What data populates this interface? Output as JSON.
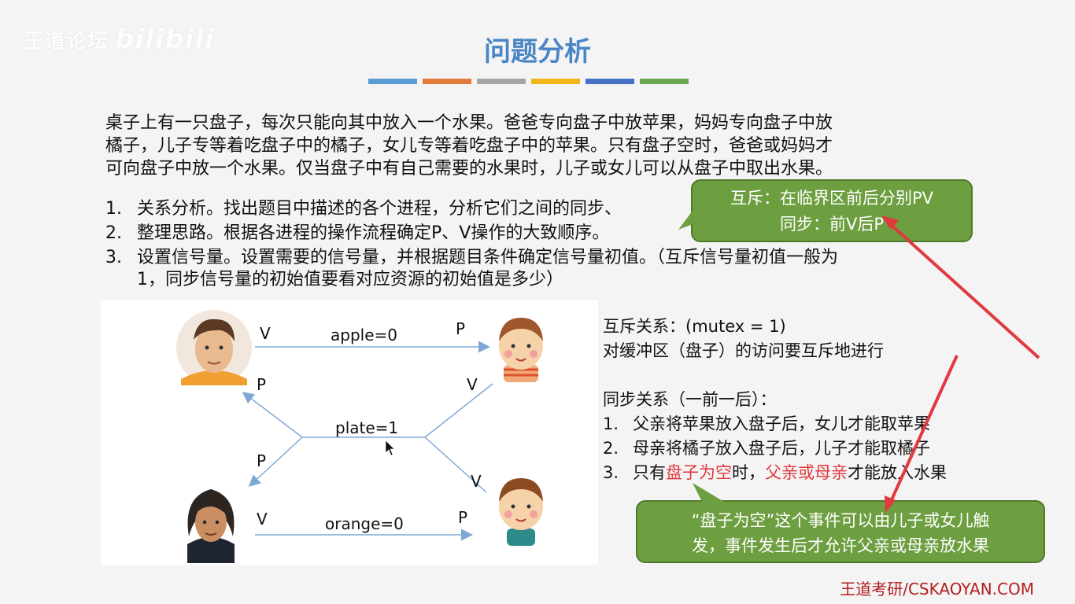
{
  "watermark": {
    "text": "王道论坛",
    "bili": "bilibili"
  },
  "title": "问题分析",
  "color_bars": [
    "#5b9bd5",
    "#e07b39",
    "#a5a5a5",
    "#f2b51b",
    "#4472c4",
    "#6aa84f"
  ],
  "problem": {
    "lines": [
      "桌子上有一只盘子，每次只能向其中放入一个水果。爸爸专向盘子中放苹果，妈妈专向盘子中放",
      "橘子，儿子专等着吃盘子中的橘子，女儿专等着吃盘子中的苹果。只有盘子空时，爸爸或妈妈才",
      "可向盘子中放一个水果。仅当盘子中有自己需要的水果时，儿子或女儿可以从盘子中取出水果。"
    ]
  },
  "steps": [
    {
      "num": "1.",
      "text": "关系分析。找出题目中描述的各个进程，分析它们之间的同步、"
    },
    {
      "num": "2.",
      "text": "整理思路。根据各进程的操作流程确定P、V操作的大致顺序。"
    },
    {
      "num": "3.",
      "text": "设置信号量。设置需要的信号量，并根据题目条件确定信号量初值。（互斥信号量初值一般为"
    },
    {
      "num": "",
      "text": "1，同步信号量的初始值要看对应资源的初始值是多少）"
    }
  ],
  "diagram": {
    "apple": "apple=0",
    "plate": "plate=1",
    "orange": "orange=0",
    "v_top": "V",
    "p_top": "P",
    "p_left_up": "P",
    "v_right_up": "V",
    "p_left_down": "P",
    "v_right_down": "V",
    "v_bottom": "V",
    "p_bottom": "P"
  },
  "right": {
    "mutex_title": "互斥关系：(mutex = 1)",
    "mutex_desc": "对缓冲区（盘子）的访问要互斥地进行",
    "sync_title": "同步关系（一前一后）：",
    "items": [
      {
        "num": "1.",
        "text": "父亲将苹果放入盘子后，女儿才能取苹果"
      },
      {
        "num": "2.",
        "text": "母亲将橘子放入盘子后，儿子才能取橘子"
      }
    ],
    "item3": {
      "num": "3.",
      "pre": "只有",
      "red1": "盘子为空",
      "mid": "时，",
      "red2": "父亲或母亲",
      "post": "才能放入水果"
    }
  },
  "bubble1": {
    "line1": "互斥：在临界区前后分别PV",
    "line2": "同步：前V后P"
  },
  "bubble2": {
    "line1": "“盘子为空”这个事件可以由儿子或女儿触",
    "line2": "发，事件发生后才允许父亲或母亲放水果"
  },
  "footer": "王道考研/CSKAOYAN.COM",
  "colors": {
    "title": "#4a86c6",
    "bubble": "#6d9e3f",
    "arrow": "#e0393e",
    "line": "#7fa7d6"
  }
}
